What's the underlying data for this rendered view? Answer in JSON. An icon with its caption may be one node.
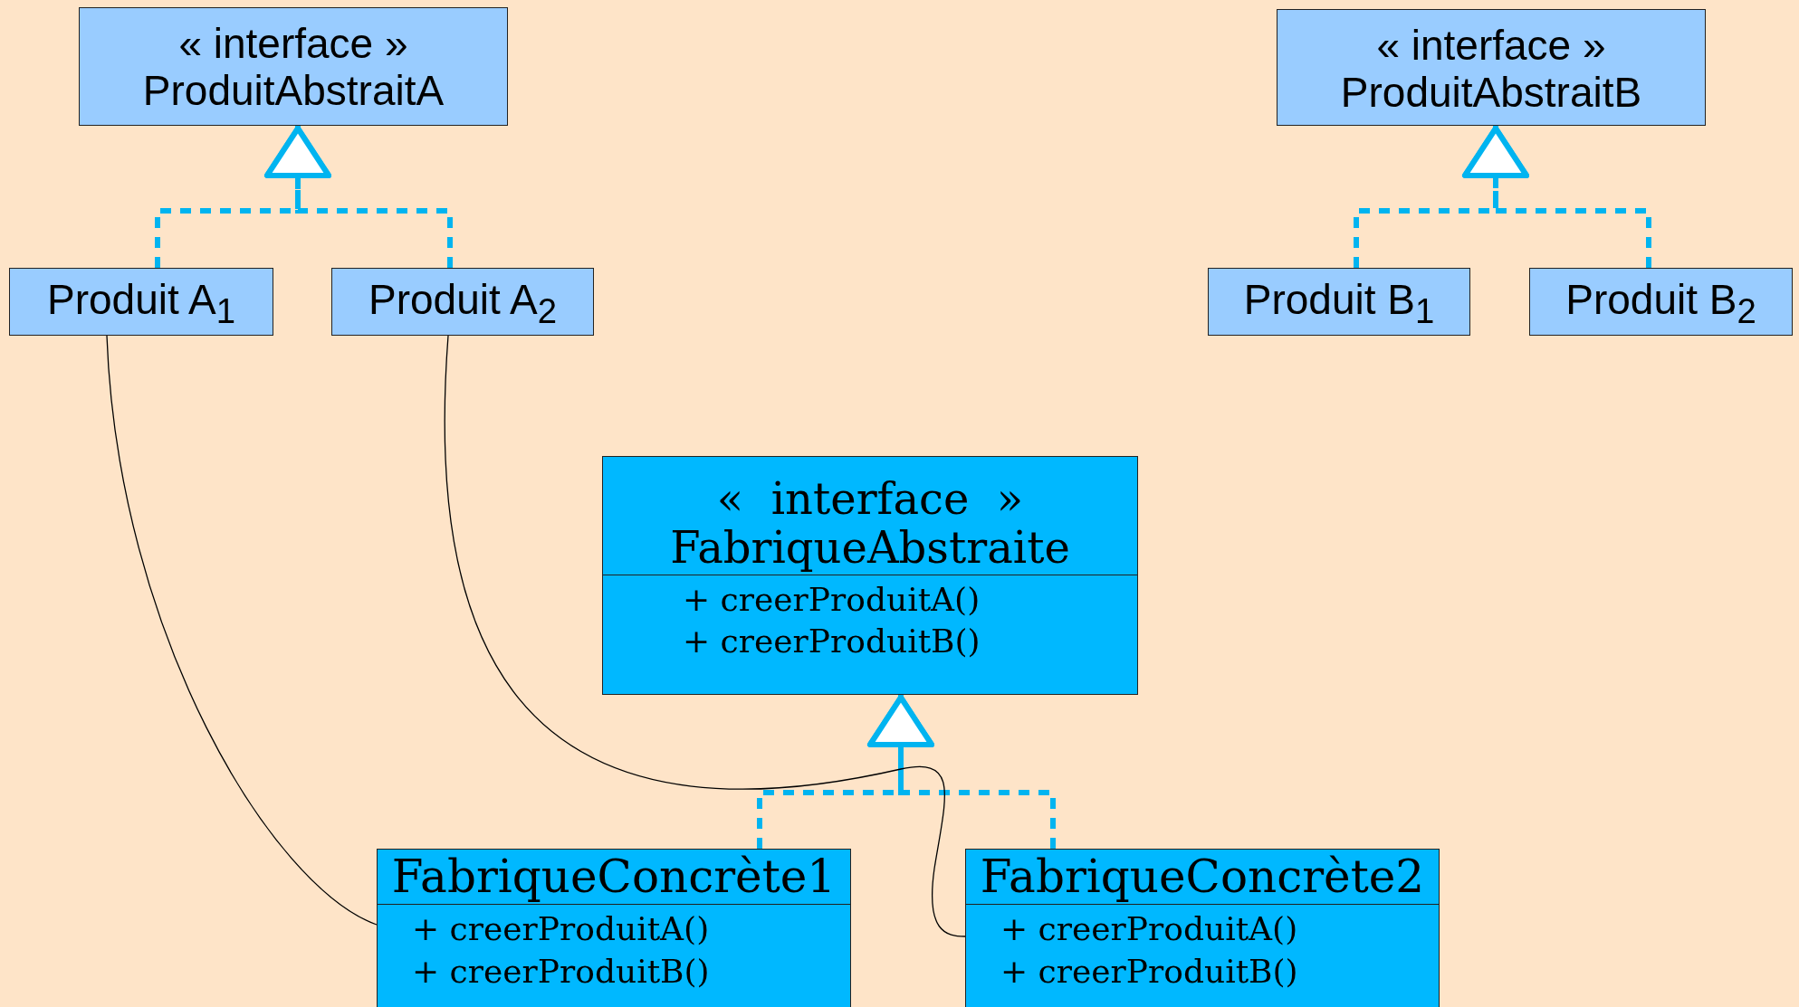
{
  "diagram": {
    "nodes": [
      {
        "text": [
          "« interface »",
          "ProduitAbstraitA"
        ]
      },
      {
        "text": [
          "« interface »",
          "ProduitAbstraitB"
        ]
      },
      {
        "text": [
          "Produit A$_{1}$"
        ]
      },
      {
        "text": [
          "Produit A$_{2}$"
        ]
      },
      {
        "text": [
          "Produit B$_{1}$"
        ]
      },
      {
        "text": [
          "Produit B$_{2}$"
        ]
      },
      {
        "text": [
          "«  interface  »",
          "FabriqueAbstraite",
          "+ creerProduitA()",
          "+ creerProduitB()"
        ]
      },
      {
        "text": [
          "FabriqueConcrète1",
          "+ creerProduitA()",
          "+ creerProduitB()"
        ]
      },
      {
        "text": [
          "FabriqueConcrète2",
          "+ creerProduitA()",
          "+ creerProduitB()"
        ]
      }
    ],
    "edges": [
      {
        "from": 2,
        "to": 0,
        "arrow": "to",
        "style": "dashed"
      },
      {
        "from": 3,
        "to": 0,
        "arrow": "to",
        "style": "dashed"
      },
      {
        "from": 4,
        "to": 1,
        "arrow": "to",
        "style": "dashed"
      },
      {
        "from": 5,
        "to": 1,
        "arrow": "to",
        "style": "dashed"
      },
      {
        "from": 7,
        "to": 6,
        "arrow": "to",
        "style": "dashed"
      },
      {
        "from": 8,
        "to": 6,
        "arrow": "to",
        "style": "dashed"
      },
      {
        "from": 2,
        "to": 7,
        "arrow": "none",
        "color": "#000000"
      },
      {
        "from": 3,
        "to": 8,
        "arrow": "none",
        "color": "#000000"
      }
    ]
  }
}
